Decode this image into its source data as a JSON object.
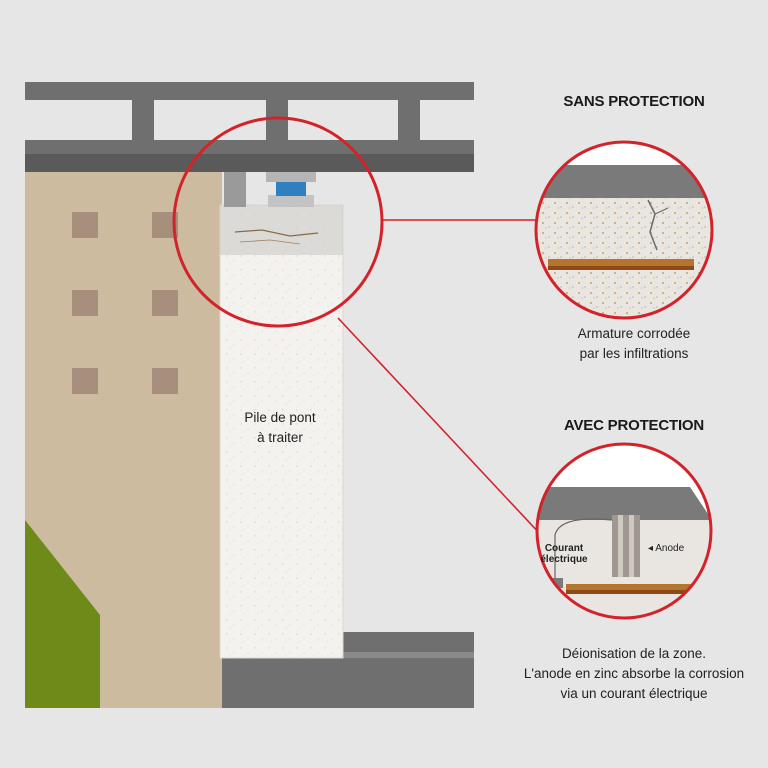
{
  "pile_label": {
    "line1": "Pile de pont",
    "line2": "à traiter"
  },
  "sans_protection": {
    "title": "SANS PROTECTION",
    "caption_line1": "Armature corrodée",
    "caption_line2": "par les infiltrations"
  },
  "avec_protection": {
    "title": "AVEC PROTECTION",
    "courant_line1": "Courant",
    "courant_line2": "électrique",
    "anode_label": "◂ Anode",
    "caption_line1": "Déionisation de la zone.",
    "caption_line2": "L'anode en zinc absorbe la corrosion",
    "caption_line3": "via un courant électrique"
  },
  "colors": {
    "background": "#e6e6e6",
    "steel": "#6f6f6f",
    "building": "#cdbba0",
    "window": "#a78e7d",
    "grass": "#6e8b1a",
    "pile": "#f4f2ef",
    "highlight_ring": "#d3232a",
    "bearing": "#2f7fc1",
    "rebar": "#b5752f"
  }
}
